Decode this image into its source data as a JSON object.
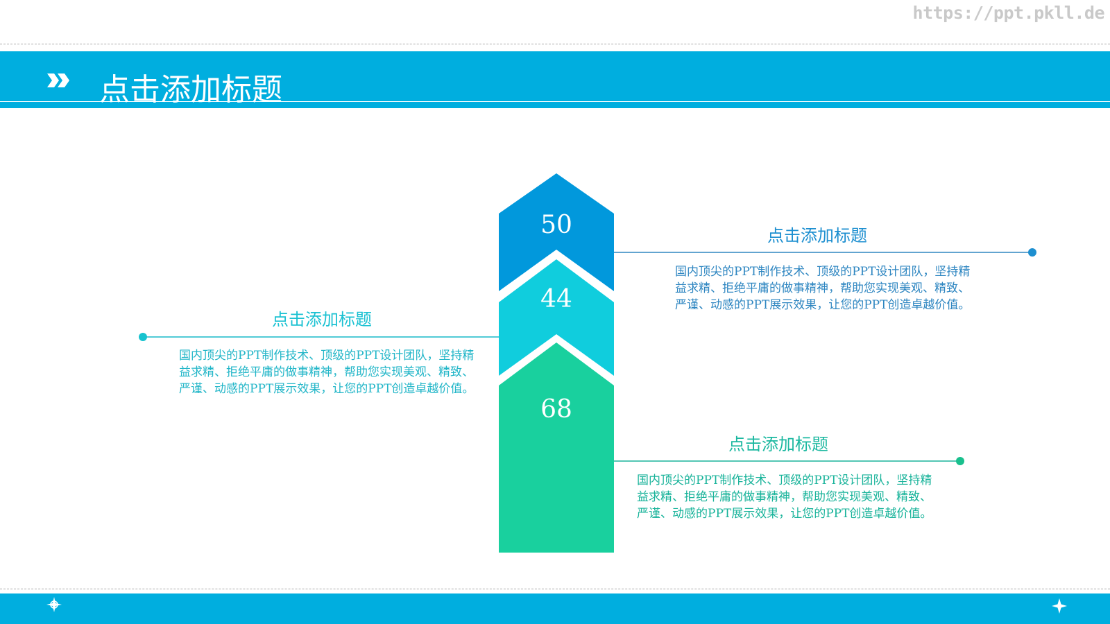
{
  "watermark": "https://ppt.pkll.de",
  "header": {
    "title": "点击添加标题"
  },
  "stack": {
    "top_value": "50",
    "middle_value": "44",
    "bottom_value": "68",
    "colors": {
      "top": "#0198dc",
      "middle": "#10cddd",
      "bottom": "#19d09e",
      "accent": "#00aedf"
    }
  },
  "callouts": {
    "right_top": {
      "title": "点击添加标题",
      "body": "国内顶尖的PPT制作技术、顶级的PPT设计团队，坚持精益求精、拒绝平庸的做事精神，帮助您实现美观、精致、严谨、动感的PPT展示效果，让您的PPT创造卓越价值。"
    },
    "left_middle": {
      "title": "点击添加标题",
      "body": "国内顶尖的PPT制作技术、顶级的PPT设计团队，坚持精益求精、拒绝平庸的做事精神，帮助您实现美观、精致、严谨、动感的PPT展示效果，让您的PPT创造卓越价值。"
    },
    "right_bottom": {
      "title": "点击添加标题",
      "body": "国内顶尖的PPT制作技术、顶级的PPT设计团队，坚持精益求精、拒绝平庸的做事精神，帮助您实现美观、精致、严谨、动感的PPT展示效果，让您的PPT创造卓越价值。"
    }
  },
  "icons": {
    "header": "double-chevron-right-icon",
    "footer_left": "crosshair-star-icon",
    "footer_right": "four-point-star-icon"
  }
}
